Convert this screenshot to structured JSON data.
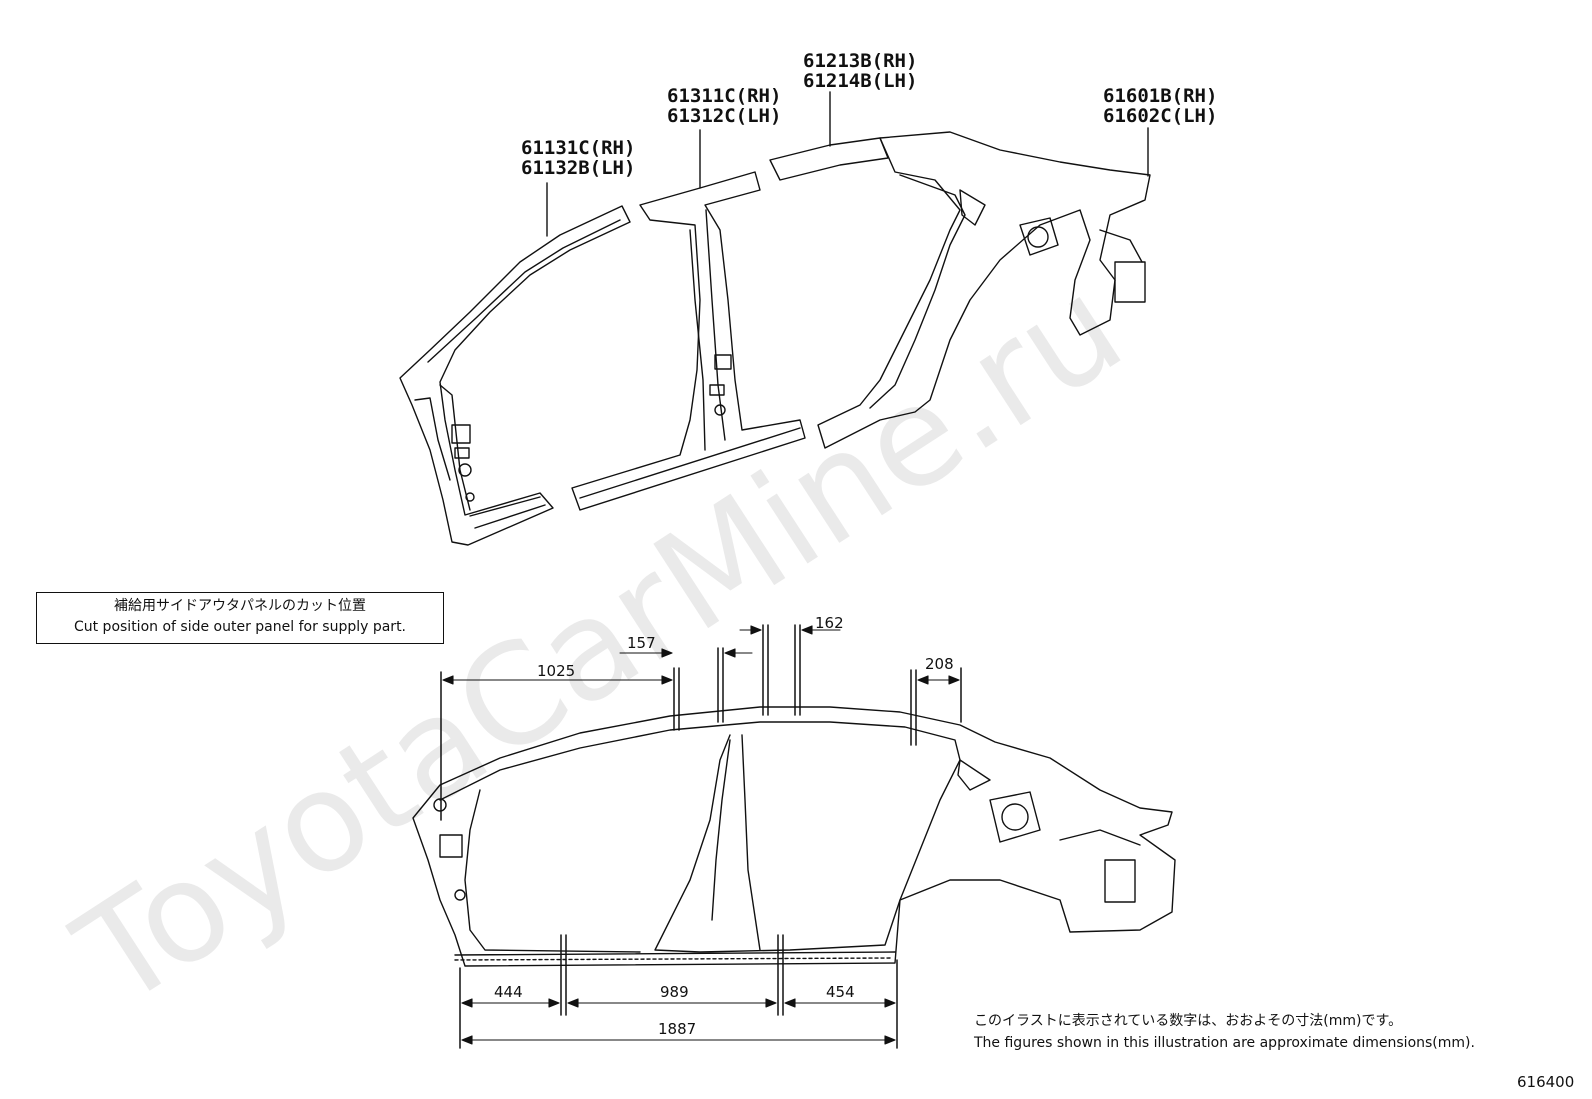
{
  "watermark": "ToyotaCarMine.ru",
  "parts": {
    "front_pillar": [
      "61131C(RH)",
      "61132B(LH)"
    ],
    "center_pillar": [
      "61311C(RH)",
      "61312C(LH)"
    ],
    "roof_side": [
      "61213B(RH)",
      "61214B(LH)"
    ],
    "quarter_panel": [
      "61601B(RH)",
      "61602C(LH)"
    ]
  },
  "cut_box": {
    "jp": "補給用サイドアウタパネルのカット位置",
    "en": "Cut position of side outer panel for supply part."
  },
  "dimensions": {
    "top_front": "1025",
    "top_center": "157",
    "top_roof": "162",
    "top_rear": "208",
    "bottom_front": "444",
    "bottom_center": "989",
    "bottom_rear": "454",
    "bottom_total": "1887"
  },
  "note": {
    "jp": "このイラストに表示されている数字は、おおよその寸法(mm)です。",
    "en": "The figures shown in this illustration are approximate dimensions(mm)."
  },
  "illustration_code": "616400"
}
